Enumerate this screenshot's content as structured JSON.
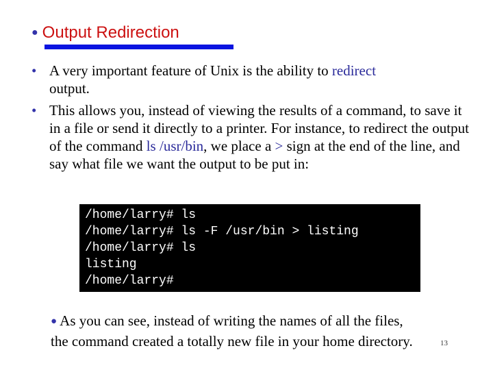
{
  "title": "Output Redirection",
  "bullets": [
    {
      "parts": [
        "A very important feature of Unix  is the ability to ",
        "redirect",
        "\noutput."
      ]
    },
    {
      "parts": [
        "This allows you, instead of viewing the results of a command, to save it in a file or send it directly to a printer. For instance, to redirect the output of the command ",
        "ls",
        "\n",
        "/usr/bin",
        ", we place a ",
        ">",
        " sign at the end of the line, and say what file we want the output to be put in:"
      ]
    }
  ],
  "terminal_lines": [
    "/home/larry# ls",
    "/home/larry# ls -F /usr/bin > listing",
    "/home/larry# ls",
    "listing",
    "/home/larry#"
  ],
  "closing": [
    "As you can see, instead of writing the names of all the files,",
    "the command created a totally new file in your home directory."
  ],
  "page_number": "13",
  "colors": {
    "title": "#cc1111",
    "underline": "#0a14e0",
    "highlight": "#2a2a9a",
    "terminal_bg": "#000000"
  }
}
